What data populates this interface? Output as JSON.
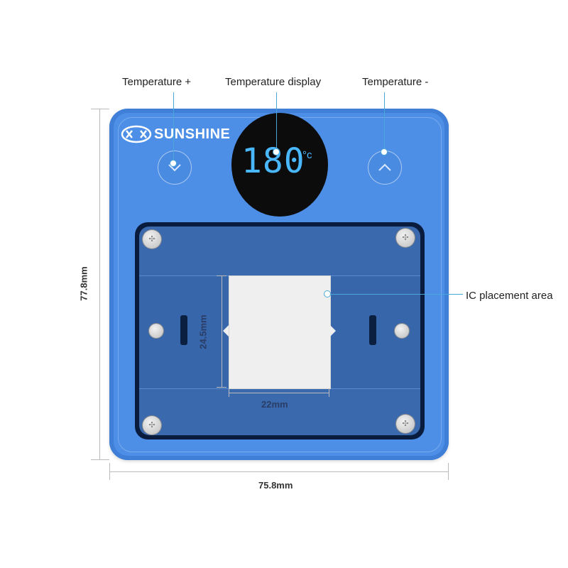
{
  "callouts": {
    "temp_plus": "Temperature +",
    "temp_display": "Temperature display",
    "temp_minus": "Temperature -",
    "ic_area": "IC placement area"
  },
  "device": {
    "brand": "SUNSHINE",
    "display_value": "180",
    "display_unit": "°c",
    "left_button_icon": "chevron-down-icon",
    "right_button_icon": "chevron-up-icon",
    "body_color": "#4d8fe6",
    "display_color": "#4ab8ff"
  },
  "dimensions": {
    "height": "77.8mm",
    "width": "75.8mm",
    "ic_height": "24.5mm",
    "ic_width": "22mm"
  }
}
